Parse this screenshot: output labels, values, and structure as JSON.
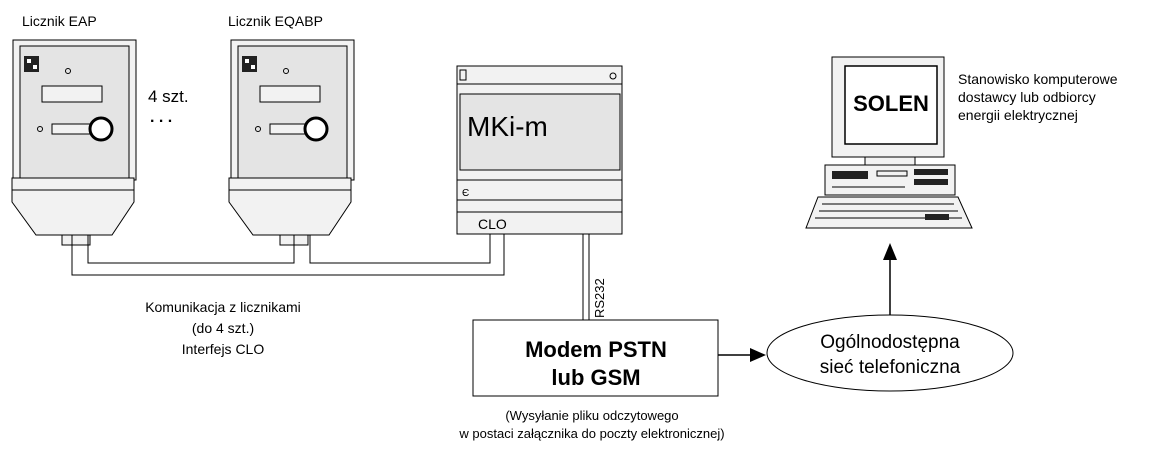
{
  "meter1": {
    "label": "Licznik EAP"
  },
  "meter2": {
    "label": "Licznik EQABP"
  },
  "meter_count": "4 szt.",
  "ellipsis": ". . .",
  "mki": {
    "label": "MKi-m",
    "port_label": "CLO"
  },
  "rs232_label": "RS232",
  "modem": {
    "line1": "Modem PSTN",
    "line2": "lub GSM"
  },
  "network": {
    "line1": "Ogólnodostępna",
    "line2": "sieć telefoniczna"
  },
  "computer": {
    "screen_label": "SOLEN"
  },
  "station_desc": {
    "line1": "Stanowisko komputerowe",
    "line2": "dostawcy lub odbiorcy",
    "line3": "energii elektrycznej"
  },
  "comm_desc": {
    "line1": "Komunikacja z licznikami",
    "line2": "(do 4 szt.)",
    "line3": "Interfejs  CLO"
  },
  "send_desc": {
    "line1": "(Wysyłanie pliku odczytowego",
    "line2": "w postaci załącznika do poczty elektronicznej)"
  }
}
